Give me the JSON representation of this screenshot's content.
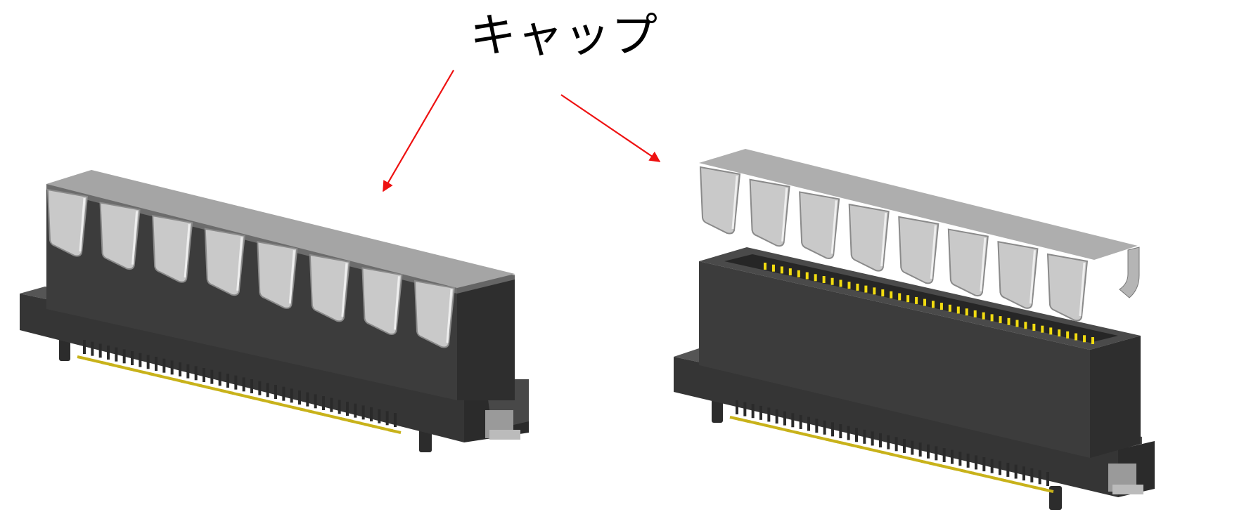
{
  "annotation": {
    "label": "キャップ",
    "arrow_color": "#ee1111"
  },
  "connectors": [
    {
      "name": "assembled-connector",
      "state": "cap attached",
      "cap_fingers": 8
    },
    {
      "name": "exploded-connector",
      "state": "cap removed",
      "cap_fingers": 8
    }
  ],
  "colors": {
    "housing_dark": "#3a3a3a",
    "housing_top": "#565656",
    "cap_metal": "#c9c9c9",
    "cap_shadow": "#8a8a8a",
    "pin_gold": "#c8b21a",
    "contact_yellow": "#f2dc10"
  }
}
